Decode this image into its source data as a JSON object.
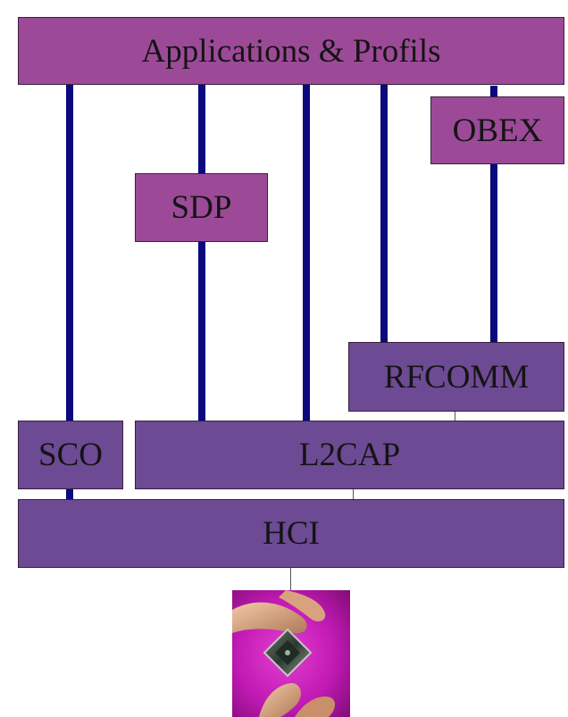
{
  "diagram": {
    "boxes": {
      "applications": "Applications & Profils",
      "obex": "OBEX",
      "sdp": "SDP",
      "rfcomm": "RFCOMM",
      "sco": "SCO",
      "l2cap": "L2CAP",
      "hci": "HCI"
    },
    "colors": {
      "upper_box_fill": "#9c4a98",
      "lower_box_fill": "#6d4a94",
      "connector_bar": "#0a0a7e",
      "connector_line": "#555555"
    },
    "hardware_image": "bluetooth-chip-photo"
  }
}
